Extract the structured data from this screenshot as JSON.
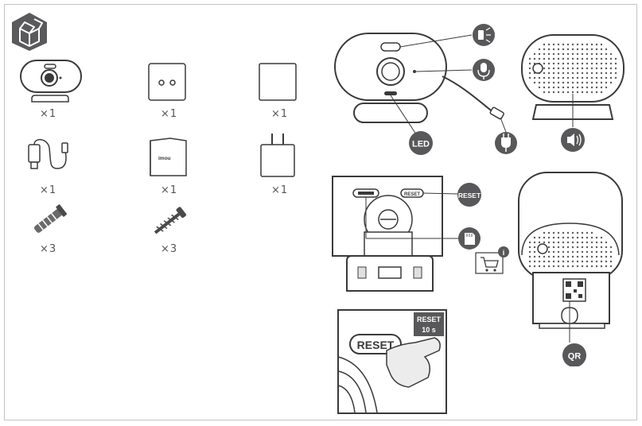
{
  "contents": {
    "items": [
      {
        "icon": "camera-icon",
        "quantity": "×1"
      },
      {
        "icon": "mounting-plate-icon",
        "quantity": "×1"
      },
      {
        "icon": "drilling-template-icon",
        "quantity": "×1"
      },
      {
        "icon": "usb-cable-icon",
        "quantity": "×1"
      },
      {
        "icon": "quick-start-guide-icon",
        "quantity": "×1",
        "brand": "imou"
      },
      {
        "icon": "power-adapter-icon",
        "quantity": "×1"
      },
      {
        "icon": "wall-anchor-icon",
        "quantity": "×3"
      },
      {
        "icon": "screw-icon",
        "quantity": "×3"
      }
    ]
  },
  "diagram": {
    "front_labels": {
      "led": "LED",
      "speaker_symbol": "speaker-icon"
    },
    "back_labels": {
      "reset": "RESET",
      "qr": "QR",
      "reset_button_text": "RESET"
    },
    "reset_instruction": {
      "line1": "RESET",
      "line2": "10 s"
    },
    "colors": {
      "badge": "#58585a",
      "outline": "#3a3a3a",
      "accent": "#c0392b"
    }
  }
}
